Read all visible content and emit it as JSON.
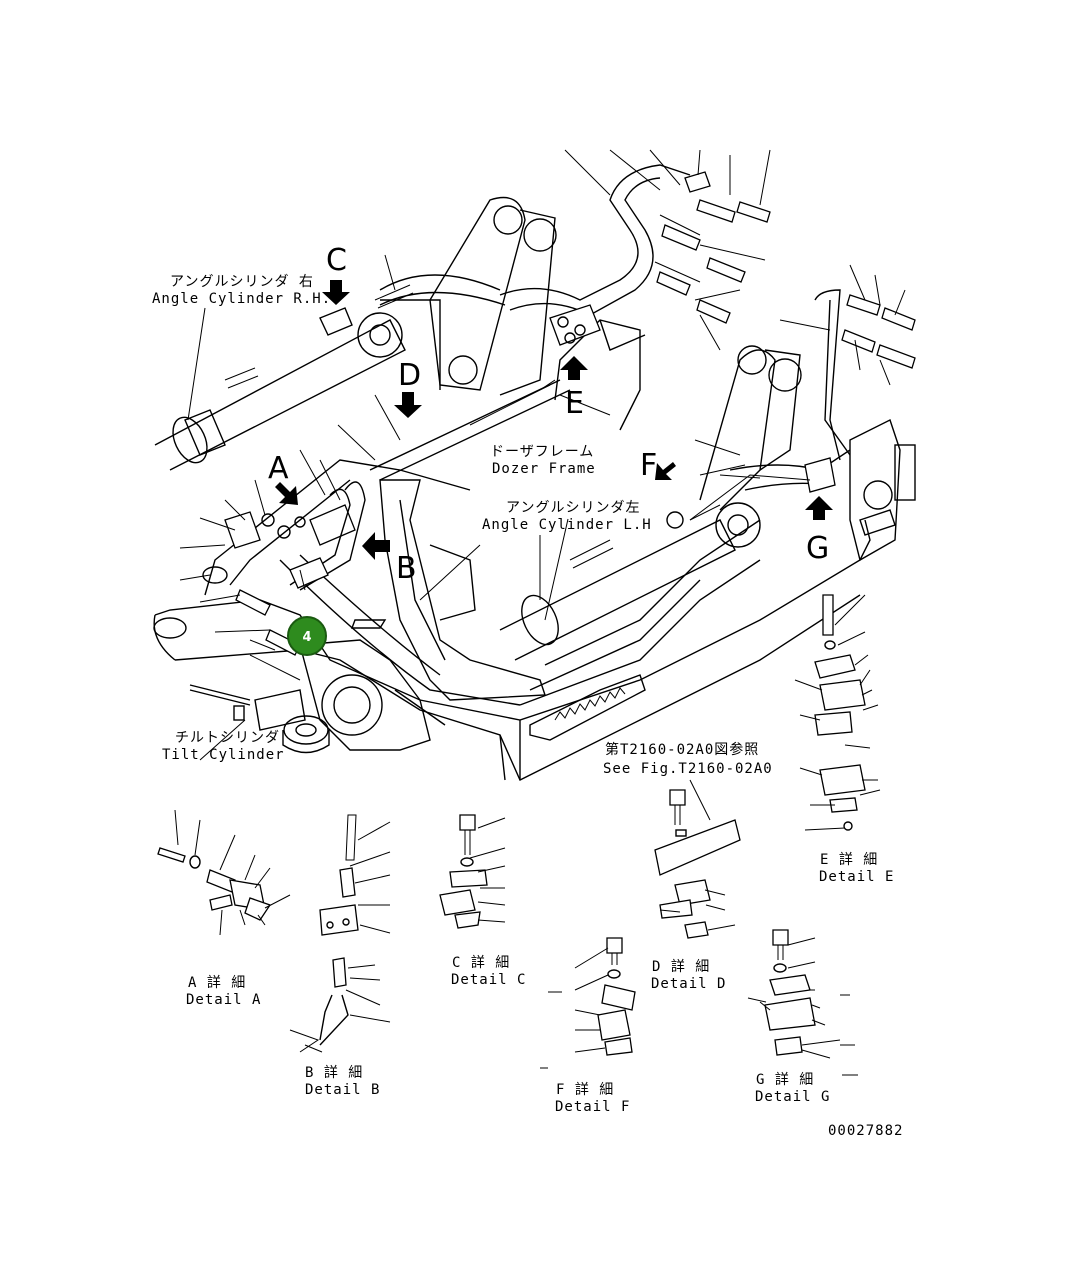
{
  "labels": {
    "angle_cyl_rh_jp": "アングルシリンダ 右",
    "angle_cyl_rh_en": "Angle Cylinder R.H.",
    "dozer_frame_jp": "ドーザフレーム",
    "dozer_frame_en": "Dozer Frame",
    "angle_cyl_lh_jp": "アングルシリンダ左",
    "angle_cyl_lh_en": "Angle Cylinder L.H",
    "tilt_cyl_jp": "チルトシリンダ",
    "tilt_cyl_en": "Tilt Cylinder",
    "see_fig_jp": "第T2160-02A0図参照",
    "see_fig_en": "See Fig.T2160-02A0",
    "drawing_number": "00027882"
  },
  "view_letters": {
    "a": "A",
    "b": "B",
    "c": "C",
    "d": "D",
    "e": "E",
    "f": "F",
    "g": "G"
  },
  "details": {
    "a_jp": "A 詳 細",
    "a_en": "Detail A",
    "b_jp": "B 詳 細",
    "b_en": "Detail B",
    "c_jp": "C 詳 細",
    "c_en": "Detail C",
    "d_jp": "D 詳 細",
    "d_en": "Detail D",
    "e_jp": "E 詳 細",
    "e_en": "Detail E",
    "f_jp": "F 詳 細",
    "f_en": "Detail F",
    "g_jp": "G 詳 細",
    "g_en": "Detail G"
  },
  "callout": {
    "number": "4",
    "color": "#2e8b1e"
  },
  "colors": {
    "line": "#000000",
    "background": "#ffffff"
  }
}
